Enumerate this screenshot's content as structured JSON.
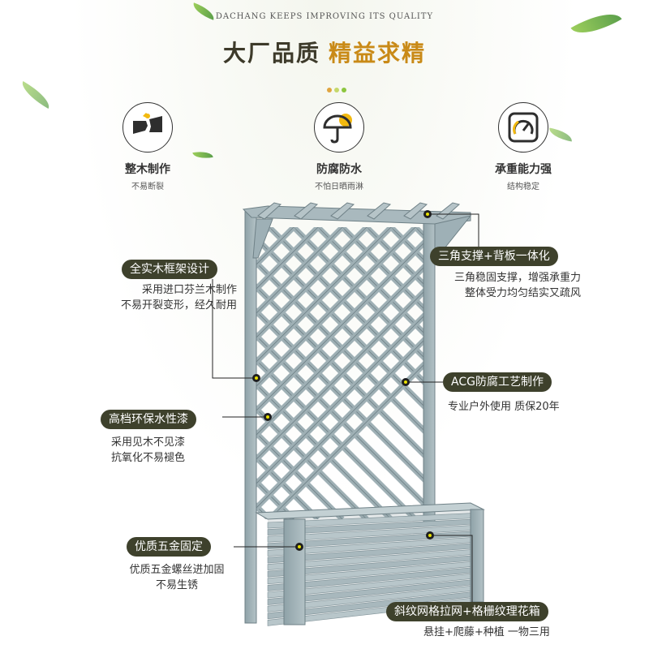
{
  "header": {
    "tagline": "DACHANG KEEPS IMPROVING ITS QUALITY",
    "title_part1": "大厂品质",
    "title_part2": "精益求精",
    "dot_colors": [
      "#e0a540",
      "#c5d86a",
      "#8cc63f"
    ]
  },
  "features": [
    {
      "icon": "broken-wood-icon",
      "name": "整木制作",
      "sub": "不易断裂"
    },
    {
      "icon": "umbrella-sun-icon",
      "name": "防腐防水",
      "sub": "不怕日晒雨淋"
    },
    {
      "icon": "gauge-icon",
      "name": "承重能力强",
      "sub": "结构稳定"
    }
  ],
  "callouts": {
    "solid_wood": {
      "label": "全实木框架设计",
      "lines": [
        "采用进口芬兰木制作",
        "不易开裂变形，经久耐用"
      ]
    },
    "paint": {
      "label": "高档环保水性漆",
      "lines": [
        "采用见木不见漆",
        "抗氧化不易褪色"
      ]
    },
    "hardware": {
      "label": "优质五金固定",
      "lines": [
        "优质五金螺丝进加固",
        "不易生锈"
      ]
    },
    "triangle": {
      "label": "三角支撑+背板一体化",
      "lines": [
        "三角稳固支撑，增强承重力",
        "整体受力均匀结实又疏风"
      ]
    },
    "acg": {
      "label": "ACG防腐工艺制作",
      "lines": [
        "专业户外使用 质保20年"
      ]
    },
    "planter": {
      "label": "斜纹网格拉网+格栅纹理花箱",
      "lines": [
        "悬挂+爬藤+种植 一物三用"
      ]
    }
  },
  "colors": {
    "pill_bg": "#3e412c",
    "accent_gold": "#c98a17",
    "wood_blue_gray": "#9fb0b5",
    "dot_yellow": "#e8e000"
  }
}
